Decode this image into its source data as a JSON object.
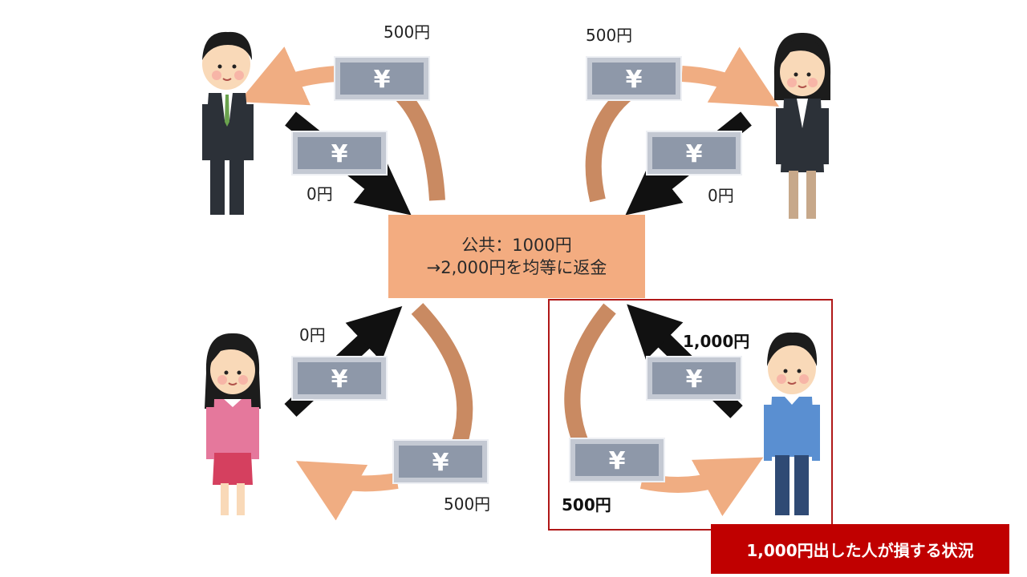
{
  "center": {
    "line1": "公共：1000円",
    "line2": "→2,000円を均等に返金"
  },
  "people": [
    {
      "id": "man-suit",
      "gives": "0円",
      "receives": "500円"
    },
    {
      "id": "woman-suit",
      "gives": "0円",
      "receives": "500円"
    },
    {
      "id": "woman-pink",
      "gives": "0円",
      "receives": "500円"
    },
    {
      "id": "man-blue",
      "gives": "1,000円",
      "receives": "500円"
    }
  ],
  "caption": "1,000円出した人が損する状況",
  "colors": {
    "center_box": "#f3ac80",
    "return_arrow": "#f0ad82",
    "return_arc": "#c98a62",
    "give_arrow": "#111111",
    "highlight": "#c00000",
    "banknote": "#9aa3b3"
  },
  "icons": {
    "banknote": "yen-banknote-icon",
    "person": "person-illustration"
  }
}
